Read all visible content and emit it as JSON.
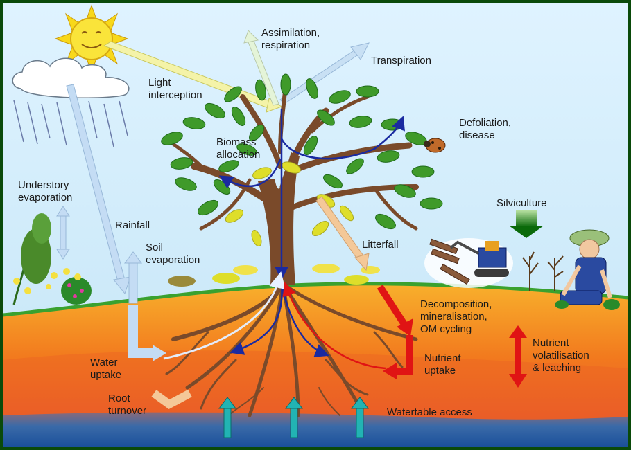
{
  "labels": {
    "assimilation": [
      "Assimilation,",
      "respiration"
    ],
    "transpiration": "Transpiration",
    "light": [
      "Light",
      "interception"
    ],
    "defoliation": [
      "Defoliation,",
      "disease"
    ],
    "biomass": [
      "Biomass",
      "allocation"
    ],
    "understory": [
      "Understory",
      "evaporation"
    ],
    "rainfall": "Rainfall",
    "soil_evap": [
      "Soil",
      "evaporation"
    ],
    "litterfall": "Litterfall",
    "silviculture": "Silviculture",
    "decomposition": [
      "Decomposition,",
      "mineralisation,",
      "OM cycling"
    ],
    "volatilisation": [
      "Nutrient",
      "volatilisation",
      "& leaching"
    ],
    "water_uptake": [
      "Water",
      "uptake"
    ],
    "nutrient_uptake": [
      "Nutrient",
      "uptake"
    ],
    "root_turnover": [
      "Root",
      "turnover"
    ],
    "watertable": "Watertable access"
  },
  "colors": {
    "frame": "#0a4a0a",
    "sky_top": "#d9f0ff",
    "sky_bottom": "#c2e4f7",
    "ground_green": "#3aa12f",
    "soil_top": "#f6a12a",
    "soil_mid": "#f07820",
    "soil_deep": "#e85a2a",
    "water_table": "#2c63a6",
    "trunk": "#7a4a2a",
    "leaf": "#3f9a2a",
    "carbon_arrow": "#1a2aa0",
    "nutrient_arrow": "#e01414",
    "water_arrow": "#b8d8f4",
    "watertable_arrow": "#22b3b3"
  },
  "icons": [
    "sun-icon",
    "cloud-icon",
    "beetle-icon",
    "harvester-icon",
    "planter-figure-icon",
    "flowers-icon"
  ]
}
